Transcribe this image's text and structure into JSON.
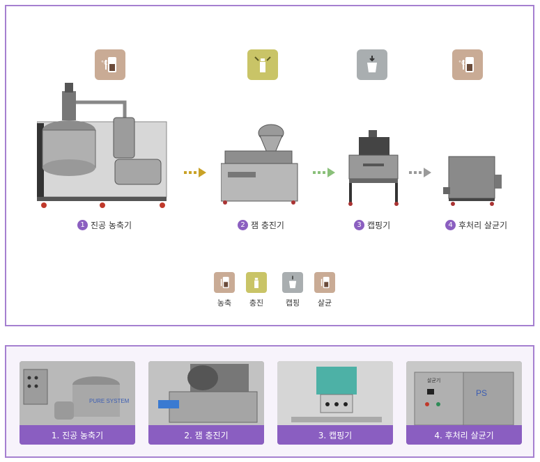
{
  "colors": {
    "accent_purple": "#8b5fc0",
    "icon_brown": "#c9ab95",
    "icon_olive": "#c9c467",
    "icon_gray": "#a9aeb0",
    "arrow_gold": "#c9a227",
    "arrow_green": "#8ac07a",
    "arrow_gray": "#9a9a9a"
  },
  "process": {
    "steps": [
      {
        "number": "1",
        "label": "진공 농축기",
        "icon": "thermometer-tank-icon"
      },
      {
        "number": "2",
        "label": "잼 충진기",
        "icon": "bottle-fill-icon"
      },
      {
        "number": "3",
        "label": "캡핑기",
        "icon": "capping-icon"
      },
      {
        "number": "4",
        "label": "후처리 살균기",
        "icon": "thermometer-tank-icon"
      }
    ]
  },
  "legend": {
    "items": [
      {
        "label": "농축",
        "icon": "thermometer-tank-icon"
      },
      {
        "label": "충진",
        "icon": "bottle-fill-icon"
      },
      {
        "label": "캡핑",
        "icon": "capping-icon"
      },
      {
        "label": "살균",
        "icon": "thermometer-tank-icon"
      }
    ]
  },
  "photos": {
    "cards": [
      {
        "caption": "1. 진공 농축기",
        "brand_text": "PURE SYSTEM"
      },
      {
        "caption": "2. 잼 충진기"
      },
      {
        "caption": "3. 캡핑기"
      },
      {
        "caption": "4. 후처리 살균기",
        "panel_text": "살균기",
        "brand_text": "PS"
      }
    ]
  }
}
